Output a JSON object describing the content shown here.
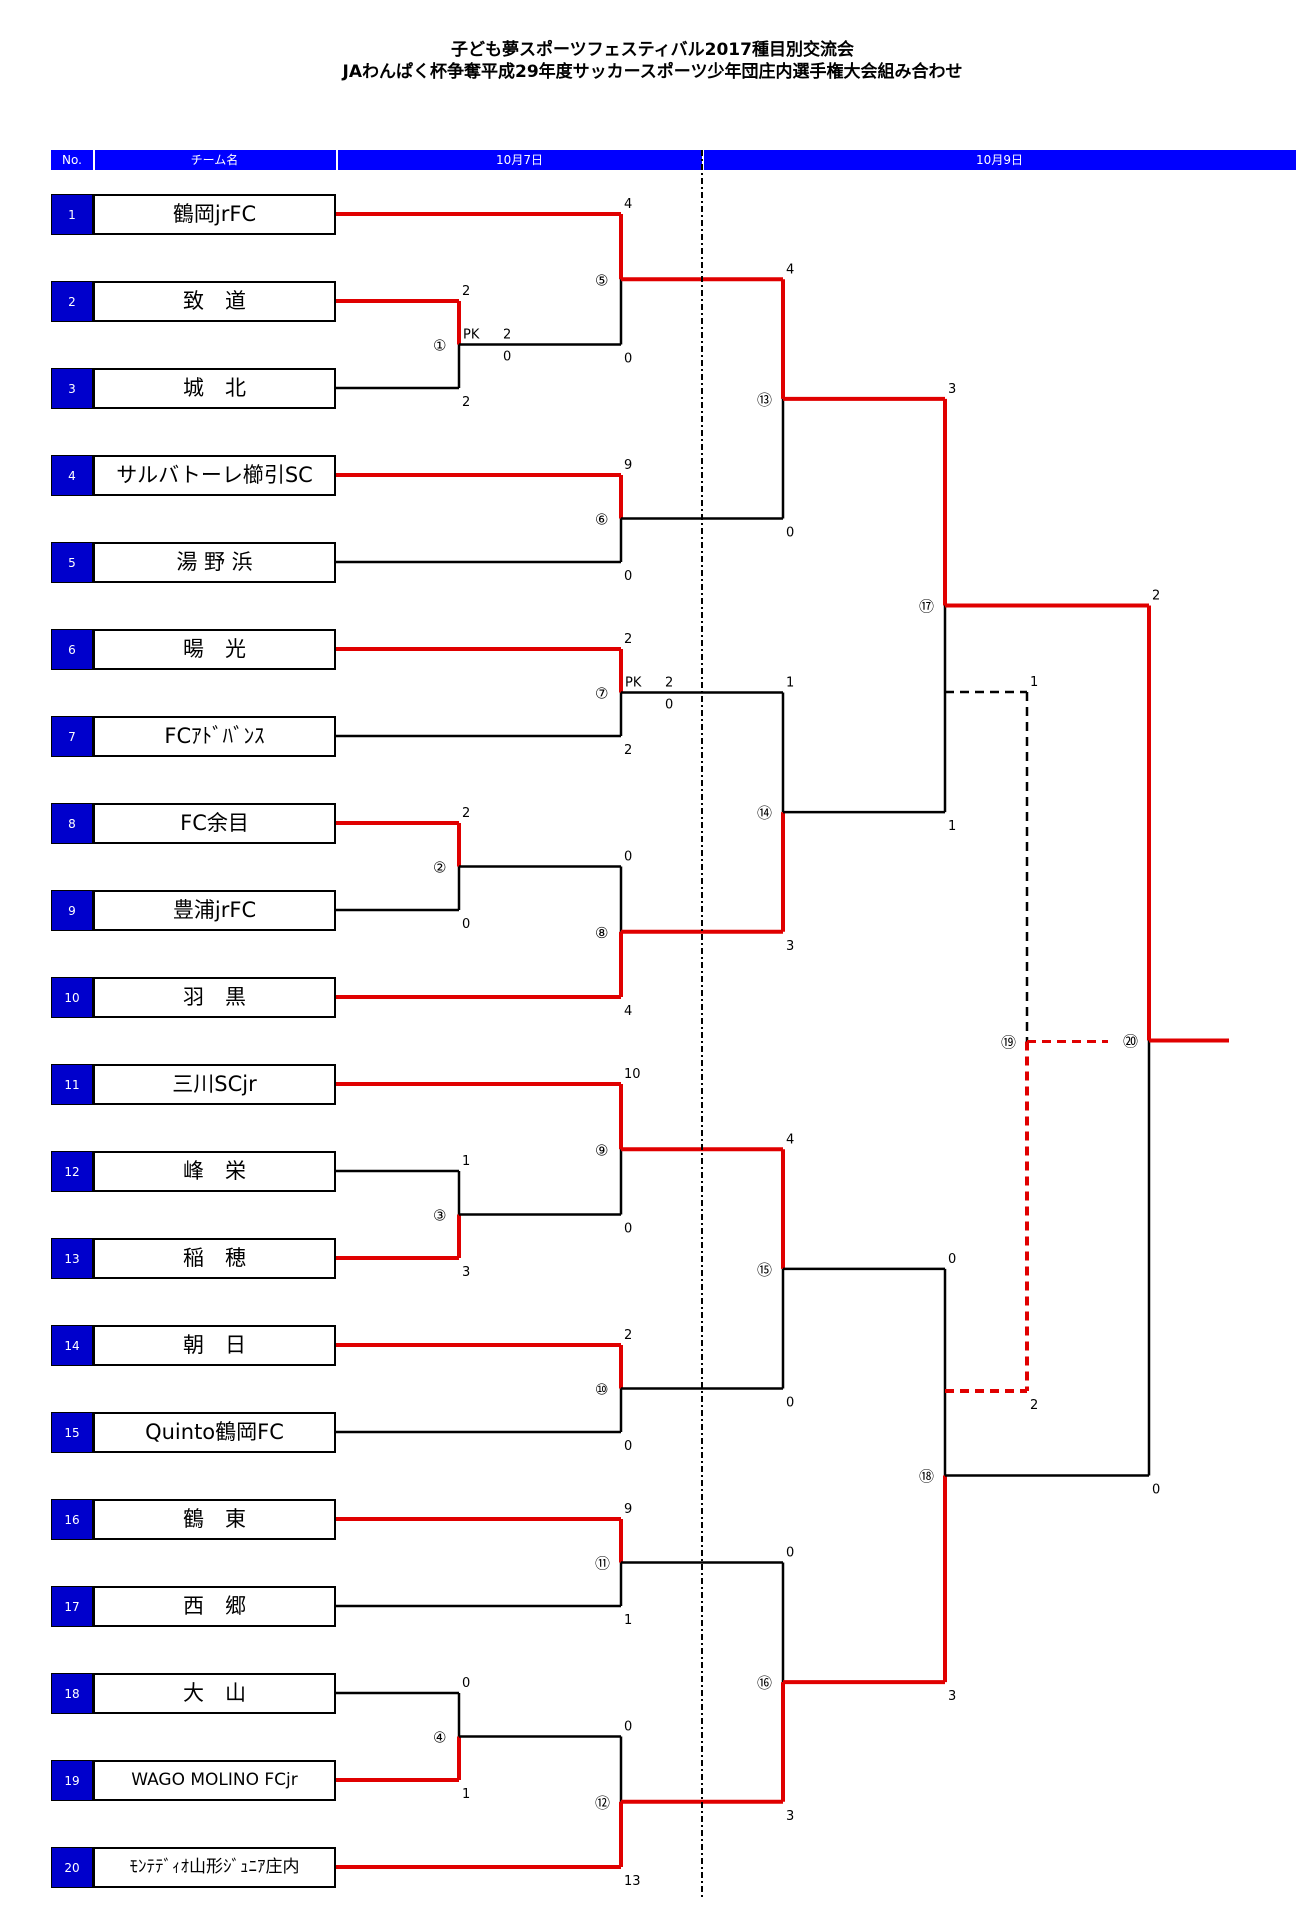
{
  "title_line1": "子ども夢スポーツフェスティバル2017種目別交流会",
  "title_line2": "JAわんぱく杯争奪平成29年度サッカースポーツ少年団庄内選手権大会組み合わせ",
  "header": {
    "no": "No.",
    "team": "チーム名",
    "date1": "10月7日",
    "date2": "10月9日"
  },
  "teams": [
    {
      "no": "1",
      "name": "鶴岡jrFC"
    },
    {
      "no": "2",
      "name": "致　道"
    },
    {
      "no": "3",
      "name": "城　北"
    },
    {
      "no": "4",
      "name": "サルバトーレ櫛引SC"
    },
    {
      "no": "5",
      "name": "湯 野 浜"
    },
    {
      "no": "6",
      "name": "暘　光"
    },
    {
      "no": "7",
      "name": "FCｱﾄﾞﾊﾞﾝｽ"
    },
    {
      "no": "8",
      "name": "FC余目"
    },
    {
      "no": "9",
      "name": "豊浦jrFC"
    },
    {
      "no": "10",
      "name": "羽　黒"
    },
    {
      "no": "11",
      "name": "三川SCjr"
    },
    {
      "no": "12",
      "name": "峰　栄"
    },
    {
      "no": "13",
      "name": "稲　穂"
    },
    {
      "no": "14",
      "name": "朝　日"
    },
    {
      "no": "15",
      "name": "Quinto鶴岡FC"
    },
    {
      "no": "16",
      "name": "鶴　東"
    },
    {
      "no": "17",
      "name": "西　郷"
    },
    {
      "no": "18",
      "name": "大　山"
    },
    {
      "no": "19",
      "name": "WAGO MOLINO FCjr"
    },
    {
      "no": "20",
      "name": "ﾓﾝﾃﾃﾞｨｵ山形ｼﾞｭﾆｱ庄内"
    }
  ],
  "pk_label": "PK",
  "colors": {
    "winner": "#e00000",
    "loser": "#000000",
    "header": "#0000ff",
    "number_cell": "#0000cc"
  },
  "matches": [
    {
      "id": "①",
      "top": "2",
      "bottom": "2",
      "pk_top": "2",
      "pk_bottom": "0"
    },
    {
      "id": "②",
      "top": "2",
      "bottom": "0"
    },
    {
      "id": "③",
      "top": "1",
      "bottom": "3"
    },
    {
      "id": "④",
      "top": "0",
      "bottom": "1"
    },
    {
      "id": "⑤",
      "top": "4",
      "bottom": "0"
    },
    {
      "id": "⑥",
      "top": "9",
      "bottom": "0"
    },
    {
      "id": "⑦",
      "top": "2",
      "bottom": "2",
      "pk_top": "2",
      "pk_bottom": "0"
    },
    {
      "id": "⑧",
      "top": "0",
      "bottom": "4"
    },
    {
      "id": "⑨",
      "top": "10",
      "bottom": "0"
    },
    {
      "id": "⑩",
      "top": "2",
      "bottom": "0"
    },
    {
      "id": "⑪",
      "top": "9",
      "bottom": "1"
    },
    {
      "id": "⑫",
      "top": "0",
      "bottom": "13"
    },
    {
      "id": "⑬",
      "top": "4",
      "bottom": "0"
    },
    {
      "id": "⑭",
      "top": "1",
      "bottom": "3"
    },
    {
      "id": "⑮",
      "top": "4",
      "bottom": "0"
    },
    {
      "id": "⑯",
      "top": "0",
      "bottom": "3"
    },
    {
      "id": "⑰",
      "top": "3",
      "bottom": "1"
    },
    {
      "id": "⑱",
      "top": "0",
      "bottom": "3"
    },
    {
      "id": "⑲",
      "top": "1",
      "bottom": "2"
    },
    {
      "id": "⑳",
      "top": "2",
      "bottom": "0"
    }
  ]
}
